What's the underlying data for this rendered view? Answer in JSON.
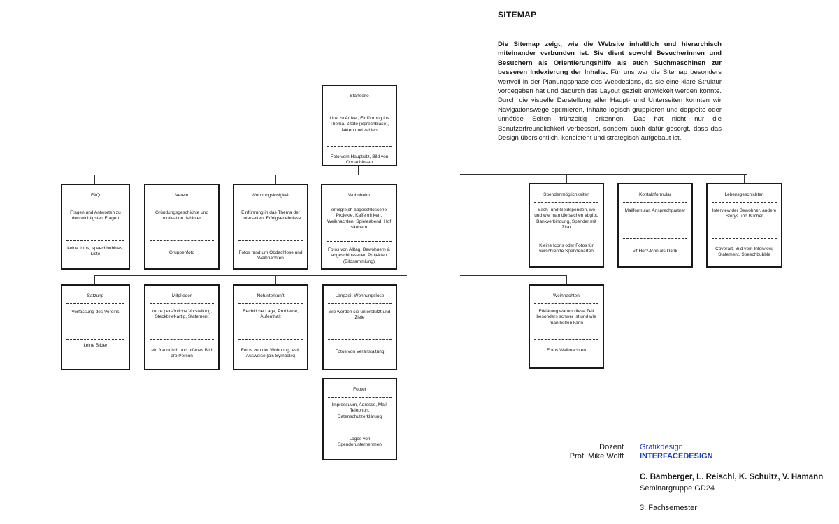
{
  "header": {
    "title": "SITEMAP",
    "intro_bold": "Die Sitemap zeigt, wie die Website inhaltlich und hierarchisch miteinander verbunden ist. Sie dient sowohl Besucherinnen und Besuchern als Orientierungshilfe als auch Suchmaschinen zur besseren Indexierung der Inhalte.",
    "intro_text": " Für uns war die Sitemap besonders wertvoll in der Planungsphase des Webdesigns, da sie eine klare Struktur vorgegeben hat und dadurch das Layout gezielt entwickelt werden konnte. Durch die visuelle Darstellung aller Haupt- und Unterseiten konnten wir Navigationswege optimieren, Inhalte logisch gruppieren und doppelte oder unnötige Seiten frühzeitig erkennen. Das hat nicht nur die Benutzerfreundlichkeit verbessert, sondern auch dafür gesorgt, dass das Design übersichtlich, konsistent und strategisch aufgebaut ist."
  },
  "nodes": {
    "startseite": {
      "title": "Startseite",
      "a": "Link zu Artikel, Einführung ins Thema, Zitate (Sprechblase), fakten und zahlen",
      "b": "Foto vom Hauptsitz, Bild von Obdachlosen"
    },
    "faq": {
      "title": "FAQ",
      "a": "Fragen und Antworten zu den wichtigsten Fragen",
      "b": "keine fotos, speechbubbles, Liste"
    },
    "verein": {
      "title": "Verein",
      "a": "Gründungsgeschichte und motivation dahinter",
      "b": "Gruppenfoto"
    },
    "wohnungslos": {
      "title": "Wohnungslosigkeit",
      "a": "Einführung in das Thema der Unterseiten, Erfolgserlebnisse",
      "b": "Fotos rund um Obdachlose und Weihnachten"
    },
    "wohnheim": {
      "title": "Wohnheim",
      "a": "erfolgreich abgeschlossene Projekte, Kaffe trinken, Weihnachten, Spieleabend, Hof säubern",
      "b": "Fotos von Alltag, Bewohnern & abgeschlossenen Projekten (Bildsammlung)"
    },
    "satzung": {
      "title": "Satzung",
      "a": "Verfassung des Vereins",
      "b": "keine Bilder"
    },
    "mitglieder": {
      "title": "Mitglieder",
      "a": "kurze persönliche Vorstellung, Steckbrief-artig, Statement",
      "b": "ein freundlich und offenes Bild pro Person"
    },
    "notunterkunft": {
      "title": "Notunterkunft",
      "a": "Rechtliche Lage, Probleme, Aufenthalt",
      "b": "Fotos von der Wohnung, evtl. Ausweise (als Symbolik)"
    },
    "langzeit": {
      "title": "Langzeit-Wohnungslose",
      "a": "wie werden sie unterstützt und Ziele",
      "b": "Fotos von Veranstaltung"
    },
    "footer": {
      "title": "Footer",
      "a": "Impressuum, Adresse, Mail, Telephon, Datenschutzerklärung",
      "b": "Logos von Spenderunternehmen"
    },
    "spenden": {
      "title": "Spendenmöglichkeiten",
      "a": "Sach- und Geldspenden, wo und wie man die sachen abgibt, Bankverbindung, Spender mit Zitat",
      "b": "Kleine Icons oder Fotos für verschiende Spendenarten"
    },
    "kontakt": {
      "title": "Kontaktformular",
      "a": "Mailformular, Ansprechpartner",
      "b": "vit Herz-Icon als Dank"
    },
    "lebens": {
      "title": "Lebensgeschichten",
      "a": "Interview der Bewohner, andere Storys und Bücher",
      "b": "Coverart, Bild vom Interview, Statement, Speechbubble"
    },
    "weihnachten": {
      "title": "Weihnachten",
      "a": "Erklärung warum diese Zeit besonders schwer ist und wie man helfen kann",
      "b": "Fotos Weihnachten"
    }
  },
  "credits": {
    "dozent_label": "Dozent",
    "dozent_name": "Prof. Mike Wolff",
    "course_line1": "Grafikdesign",
    "course_line2": "INTERFACEDESIGN",
    "authors": "C. Bamberger, L. Reischl, K. Schultz, V. Hamann",
    "group": "Seminargruppe GD24",
    "semester": "3. Fachsemester"
  },
  "colors": {
    "accent": "#1f3fbf",
    "ink": "#1a1a1a"
  }
}
